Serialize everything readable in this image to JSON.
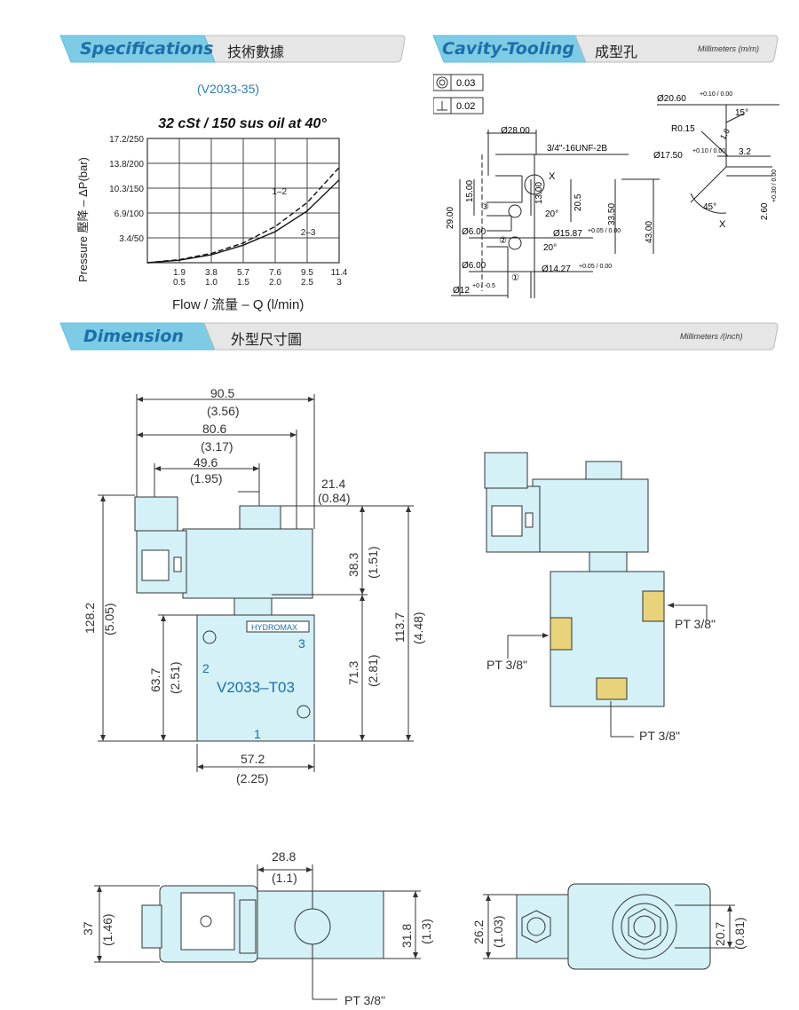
{
  "sections": {
    "spec": {
      "title": "Specifications",
      "subtitle": "技術數據"
    },
    "cavity": {
      "title": "Cavity-Tooling",
      "subtitle": "成型孔",
      "unit": "Millimeters (m/m)"
    },
    "dimension": {
      "title": "Dimension",
      "subtitle": "外型尺寸圖",
      "unit": "Millimeters /(inch)"
    }
  },
  "model": "(V2033-35)",
  "chart_data": {
    "type": "line",
    "title": "32 cSt / 150 sus oil at 40°",
    "xlabel": "Flow / 流量 – Q (l/min)",
    "ylabel": "Pressure  壓降 – ΔP(bar)",
    "x_ticks_top": [
      "1.9",
      "3.8",
      "5.7",
      "7.6",
      "9.5",
      "11.4"
    ],
    "x_ticks_bottom": [
      "0.5",
      "1.0",
      "1.5",
      "2.0",
      "2.5",
      "3"
    ],
    "x": [
      0,
      0.5,
      1.0,
      1.5,
      2.0,
      2.5,
      3.0
    ],
    "y_ticks": [
      "17.2/250",
      "13.8/200",
      "10.3/150",
      "6.9/100",
      "3.4/50"
    ],
    "xlim": [
      0,
      3
    ],
    "ylim": [
      0,
      6
    ],
    "series": [
      {
        "name": "1–2",
        "values": [
          0,
          0.15,
          0.45,
          0.95,
          1.75,
          2.9,
          4.6
        ],
        "style": "dashed"
      },
      {
        "name": "2–3",
        "values": [
          0,
          0.12,
          0.38,
          0.85,
          1.5,
          2.5,
          4.0
        ],
        "style": "solid"
      }
    ],
    "grid": true
  },
  "tolerance": {
    "concentric": "0.03",
    "perpendicular": "0.02"
  },
  "cavity_dims": {
    "d28": "Ø28.00",
    "thread": "3/4\"-16UNF-2B",
    "x1": "X",
    "h15": "15.00",
    "h13": "13.00",
    "h29": "29.00",
    "h205": "20.5",
    "h335": "33.50",
    "h43": "43.00",
    "d6a": "Ø6.00",
    "d6b": "Ø6.00",
    "d1587": "Ø15.87",
    "d1587tol": "+0.05 / 0.00",
    "d1427": "Ø14.27",
    "d1427tol": "+0.05 / 0.00",
    "d12": "Ø12",
    "d12tol": "+0 / -0.5",
    "ang20a": "20°",
    "ang20b": "20°",
    "p3": "③",
    "p2": "②",
    "p1": "①",
    "d2060": "Ø20.60",
    "d2060tol": "+0.10 / 0.00",
    "ang15": "15°",
    "r015": "R0.15",
    "v16": "1.6",
    "d1750": "Ø17.50",
    "d1750tol": "+0.10 / 0.00",
    "v32": "3.2",
    "ang45": "45°",
    "x2": "X",
    "h260": "2.60",
    "h260tol": "+0.30 / 0.00"
  },
  "dims": {
    "w905": "90.5",
    "w905i": "(3.56)",
    "w806": "80.6",
    "w806i": "(3.17)",
    "w496": "49.6",
    "w496i": "(1.95)",
    "w214": "21.4",
    "w214i": "(0.84)",
    "h383": "38.3",
    "h383i": "(1.51)",
    "h1282": "128.2",
    "h1282i": "(5.05)",
    "h637": "63.7",
    "h637i": "(2.51)",
    "h713": "71.3",
    "h713i": "(2.81)",
    "h1137": "113.7",
    "h1137i": "(4.48)",
    "w572": "57.2",
    "w572i": "(2.25)",
    "w288": "28.8",
    "w288i": "(1.1)",
    "h37": "37",
    "h37i": "(1.46)",
    "h318": "31.8",
    "h318i": "(1.3)",
    "h262": "26.2",
    "h262i": "(1.03)",
    "h207": "20.7",
    "h207i": "(0.81)"
  },
  "block": {
    "brand": "HYDROMAX",
    "port3": "3",
    "port2": "2",
    "port1": "1",
    "model": "V2033–T03"
  },
  "ports": {
    "a": "PT 3/8\"",
    "b": "PT 3/8\"",
    "c": "PT 3/8\"",
    "d": "PT 3/8\""
  },
  "colors": {
    "accent": "#5bbfe0",
    "part": "#d3f1f7",
    "banner_blue": "#1d6fa8",
    "banner_grey": "#e8e8e8"
  }
}
